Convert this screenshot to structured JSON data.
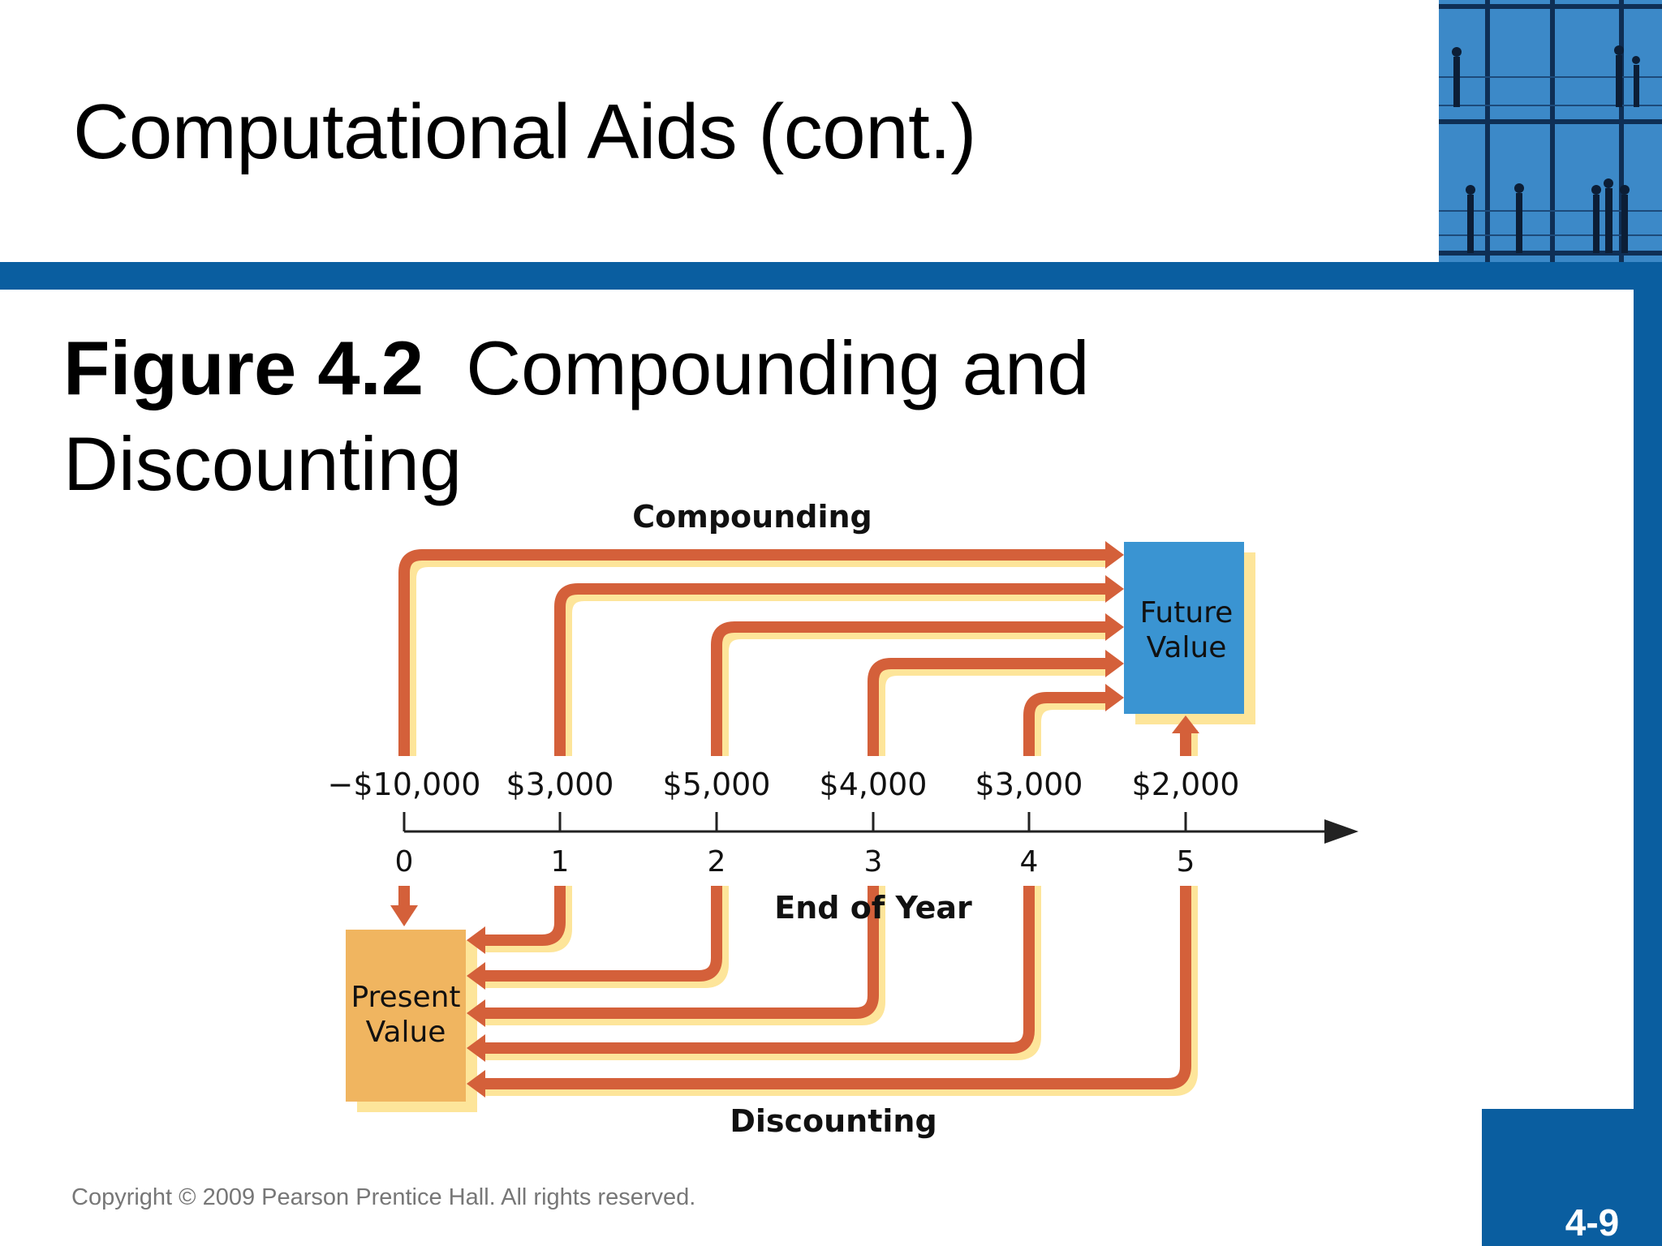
{
  "slide": {
    "title": "Computational Aids (cont.)",
    "figure_label": "Figure 4.2",
    "figure_title_line1": "Compounding and",
    "figure_title_line2": "Discounting",
    "copyright": "Copyright © 2009 Pearson Prentice Hall. All rights reserved.",
    "page_number": "4-9"
  },
  "diagram": {
    "top_heading": "Compounding",
    "bottom_heading": "Discounting",
    "axis_label": "End of Year",
    "future_value_line1": "Future",
    "future_value_line2": "Value",
    "present_value_line1": "Present",
    "present_value_line2": "Value",
    "cash_flows": [
      "−$10,000",
      "$3,000",
      "$5,000",
      "$4,000",
      "$3,000",
      "$2,000"
    ],
    "years": [
      "0",
      "1",
      "2",
      "3",
      "4",
      "5"
    ]
  },
  "colors": {
    "brand_blue": "#0a5ea0",
    "arrow": "#d4603a",
    "arrow_shadow": "#fde59a",
    "future_box": "#3a94d2",
    "present_box": "#f0b560"
  }
}
